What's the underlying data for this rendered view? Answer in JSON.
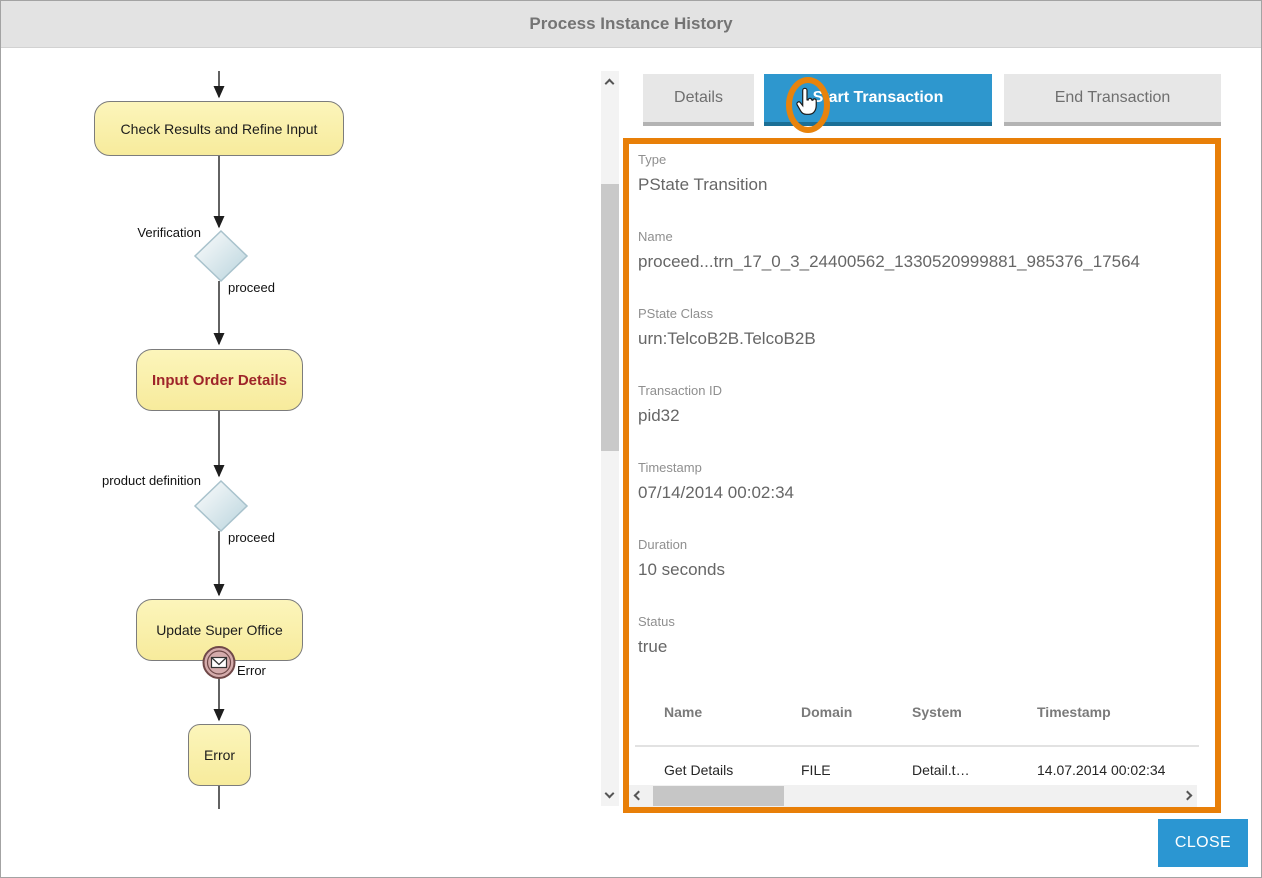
{
  "dialog": {
    "title": "Process Instance History",
    "close_label": "CLOSE"
  },
  "diagram": {
    "check_results_label": "Check Results and Refine Input",
    "verification_label": "Verification",
    "proceed1_label": "proceed",
    "input_order_label": "Input Order Details",
    "product_definition_label": "product definition",
    "proceed2_label": "proceed",
    "update_super_office_label": "Update Super Office",
    "error_event_label": "Error",
    "error_box_label": "Error"
  },
  "tabs": [
    {
      "label": "Details",
      "active": false
    },
    {
      "label": "Start Transaction",
      "active": true
    },
    {
      "label": "End Transaction",
      "active": false
    }
  ],
  "panel": {
    "fields": [
      {
        "label": "Type",
        "value": "PState Transition"
      },
      {
        "label": "Name",
        "value": "proceed...trn_17_0_3_24400562_1330520999881_985376_17564"
      },
      {
        "label": "PState Class",
        "value": "urn:TelcoB2B.TelcoB2B"
      },
      {
        "label": "Transaction ID",
        "value": "pid32"
      },
      {
        "label": "Timestamp",
        "value": "07/14/2014 00:02:34"
      },
      {
        "label": "Duration",
        "value": "10 seconds"
      },
      {
        "label": "Status",
        "value": "true"
      }
    ],
    "table": {
      "columns": [
        "Name",
        "Domain",
        "System",
        "Timestamp"
      ],
      "rows": [
        [
          "Get Details",
          "FILE",
          "Detail.t…",
          "14.07.2014 00:02:34"
        ]
      ]
    }
  },
  "colors": {
    "accent_blue": "#2e97ce",
    "accent_orange": "#e8820a",
    "tab_active_underline": "#1b6f96",
    "node_yellow": "#f9efa3",
    "node_border": "#7c7c7c",
    "error_text_red": "#9e2429",
    "error_event_fill": "#d4abab",
    "error_event_border": "#6f4848",
    "header_bg": "#e3e3e3"
  }
}
